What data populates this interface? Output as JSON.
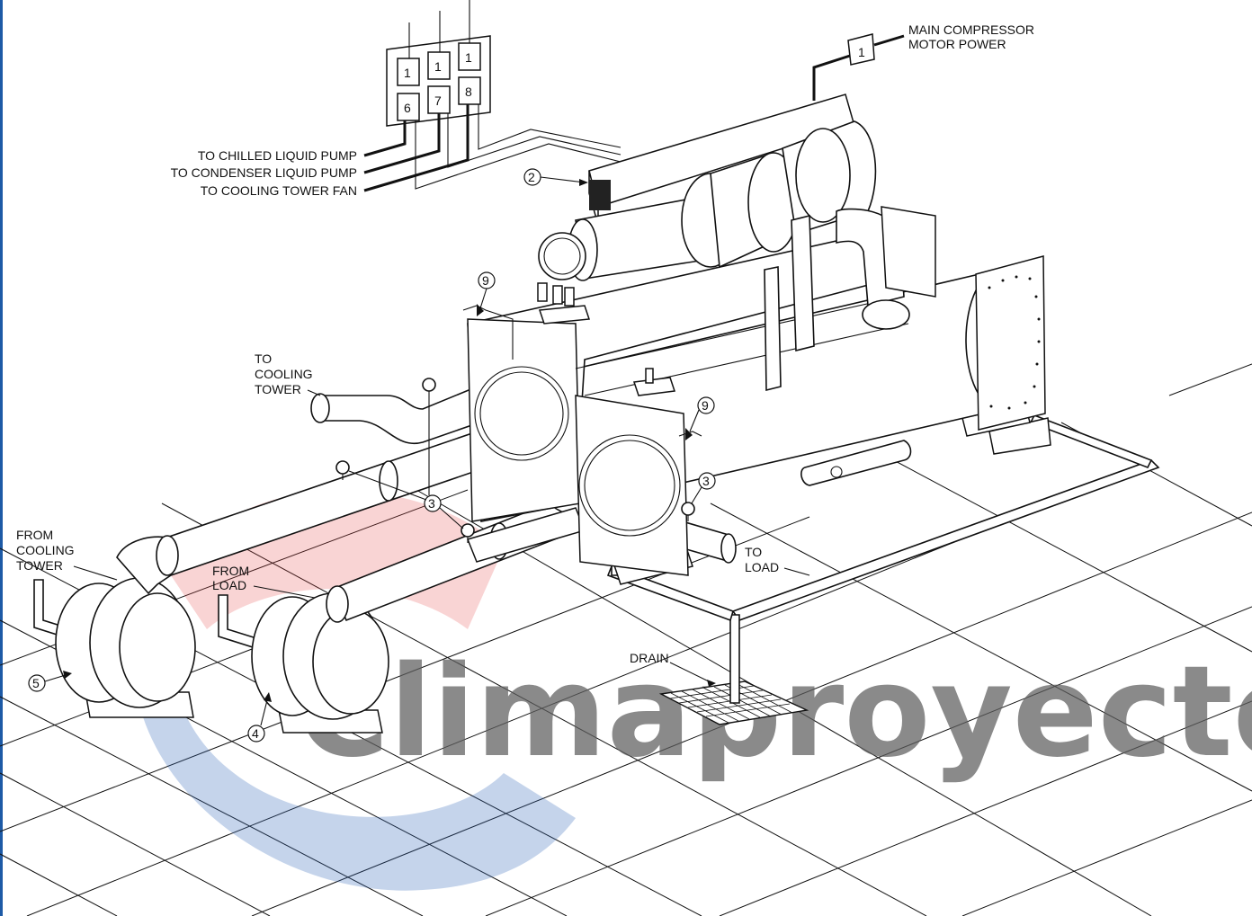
{
  "colors": {
    "border": "#1d5aa6",
    "watermark_text": "#5e5e5e",
    "watermark_red": "#e23a3a",
    "watermark_blue": "#2d64b8",
    "line": "#111111"
  },
  "watermark": {
    "text": "Climaproyectos"
  },
  "panel": {
    "top_row": [
      "1",
      "1",
      "1"
    ],
    "bottom_row": [
      "6",
      "7",
      "8"
    ]
  },
  "main_power": {
    "box": "1",
    "label_line1": "MAIN COMPRESSOR",
    "label_line2": "MOTOR POWER"
  },
  "wiring_labels": {
    "chilled": "TO CHILLED LIQUID PUMP",
    "condenser": "TO CONDENSER LIQUID PUMP",
    "tower_fan": "TO COOLING TOWER FAN"
  },
  "flow_labels": {
    "to_tower": [
      "TO",
      "COOLING",
      "TOWER"
    ],
    "from_tower": [
      "FROM",
      "COOLING",
      "TOWER"
    ],
    "from_load": [
      "FROM",
      "LOAD"
    ],
    "to_load": [
      "TO",
      "LOAD"
    ],
    "drain": "DRAIN"
  },
  "callouts": {
    "starter": "2",
    "gauge_a": "3",
    "gauge_b": "3",
    "pump_chilled": "4",
    "pump_condenser": "5",
    "valve_a": "9",
    "valve_b": "9"
  }
}
